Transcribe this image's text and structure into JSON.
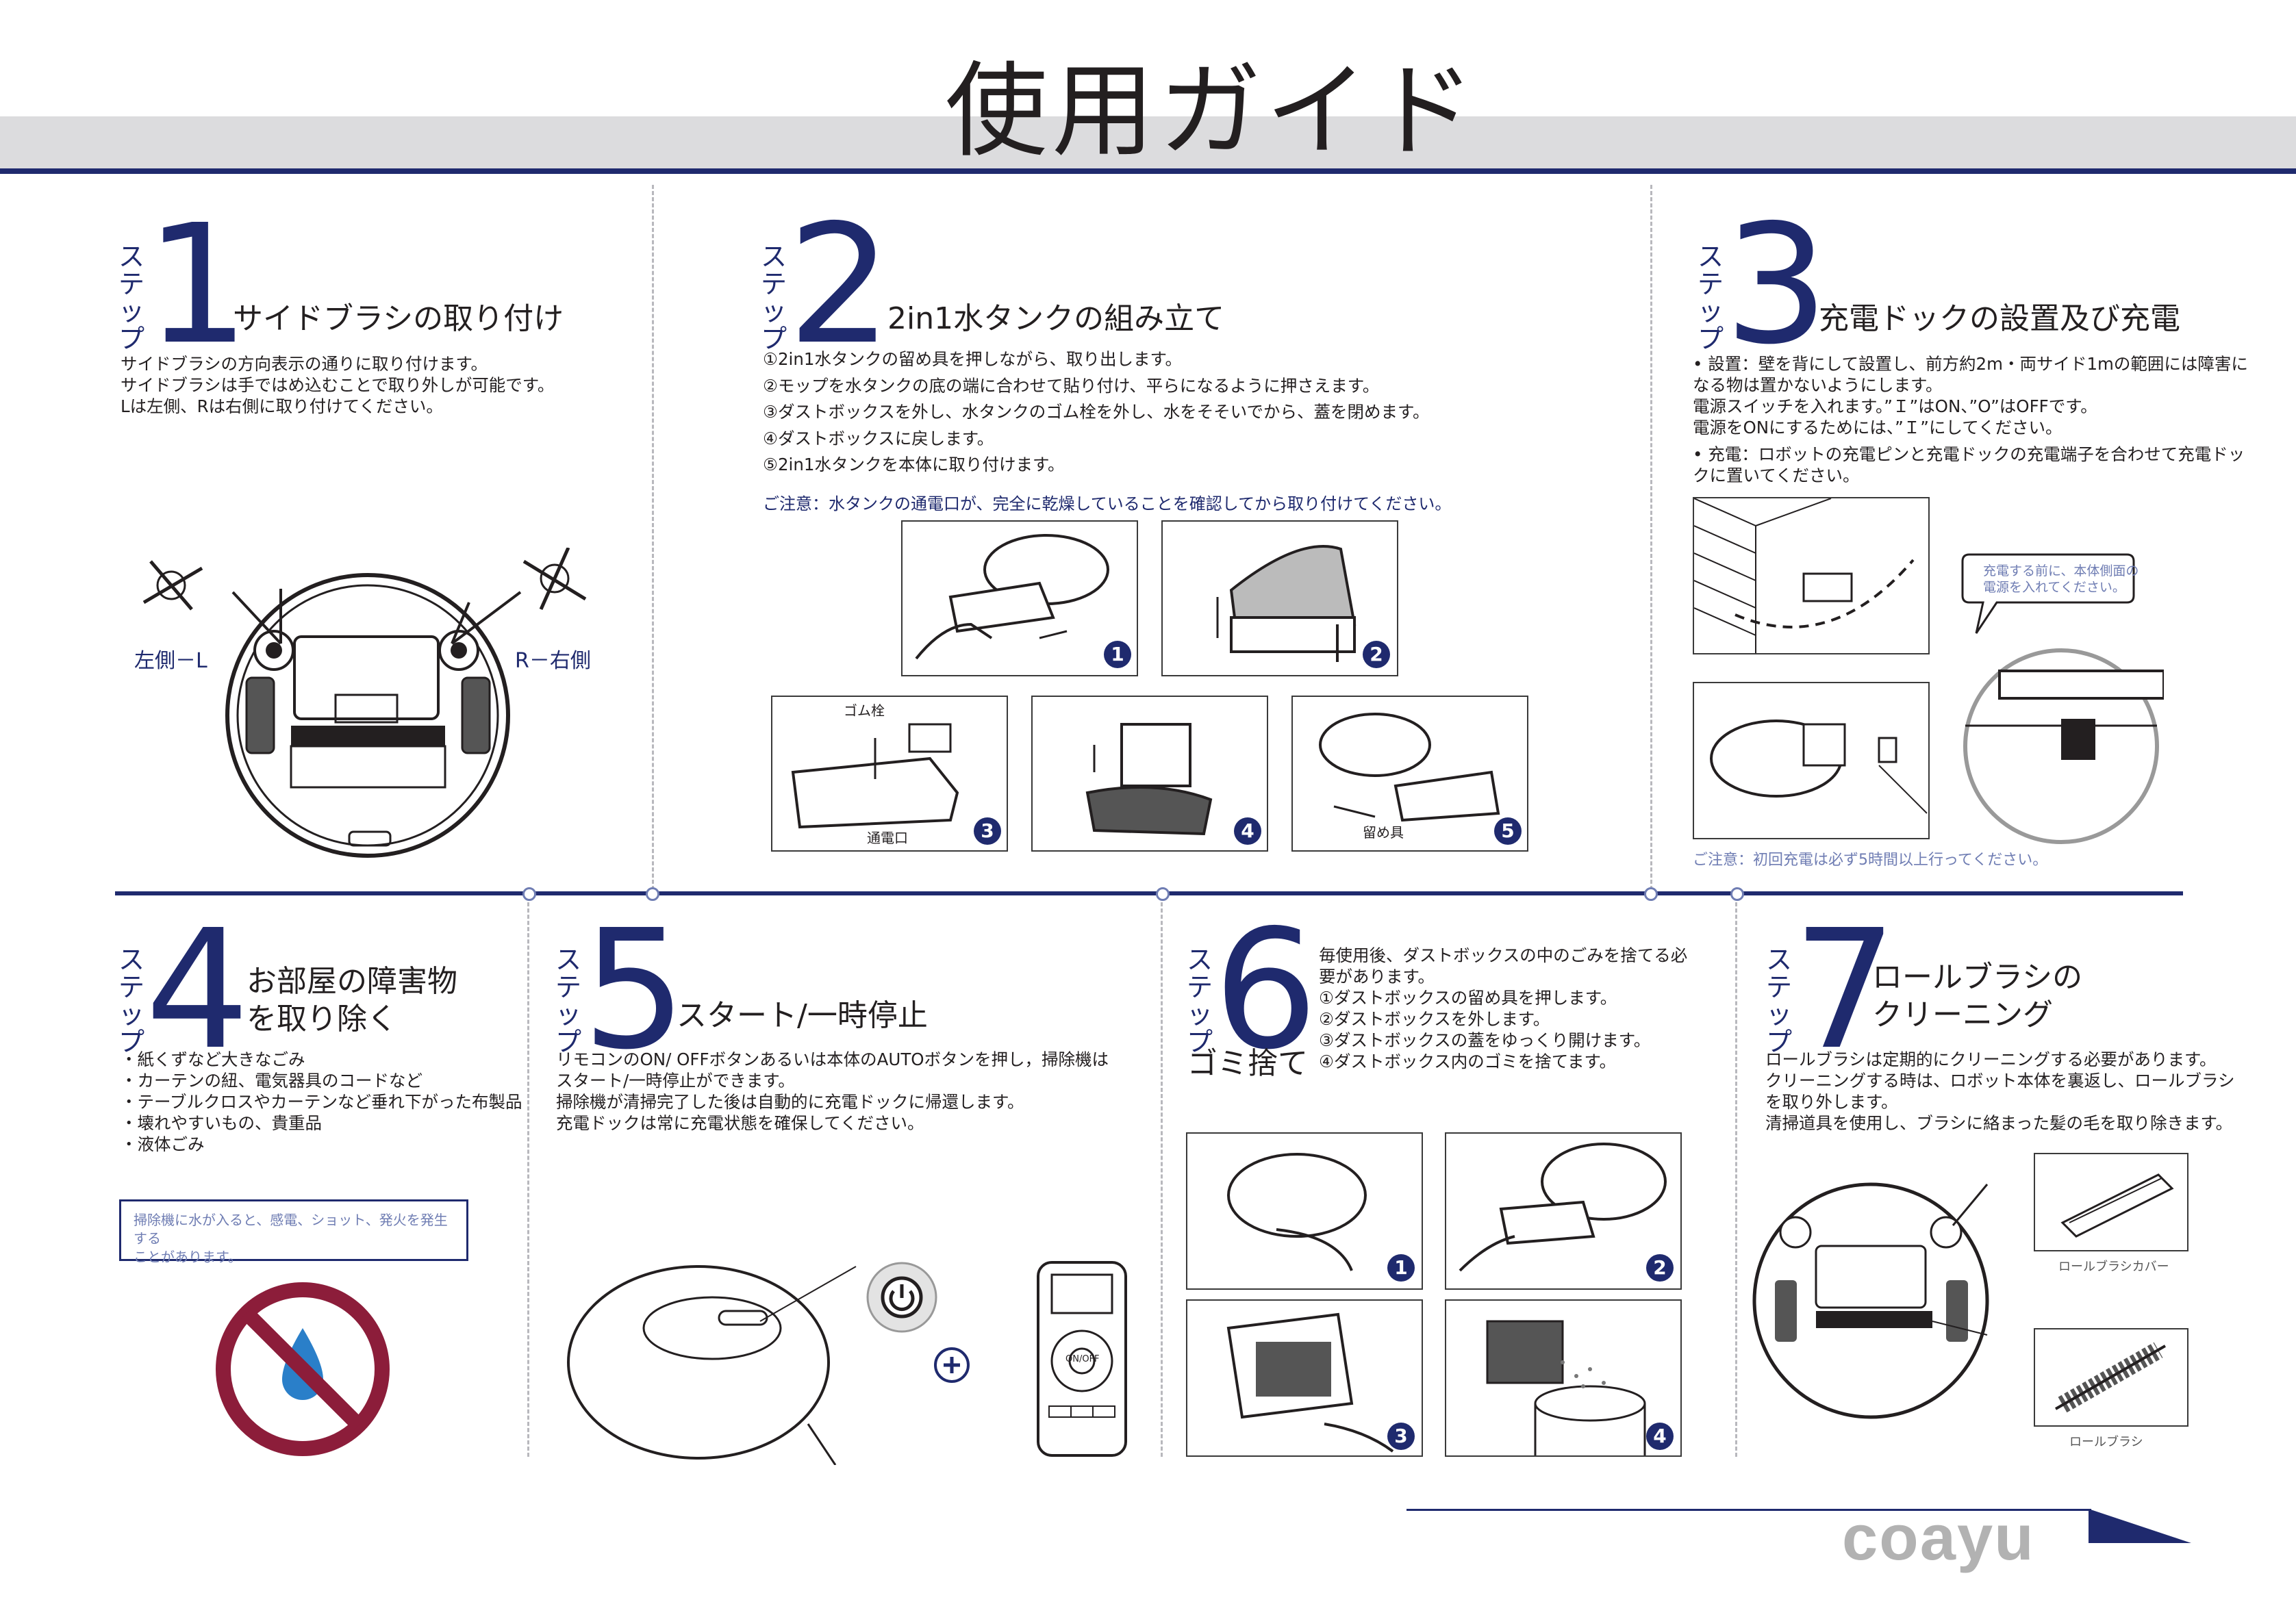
{
  "header": {
    "title": "使用ガイド"
  },
  "step_kana": "ステップ",
  "steps": {
    "s1": {
      "num": "1",
      "title": "サイドブラシの取り付け",
      "lines": [
        "サイドブラシの方向表示の通りに取り付けます。",
        "サイドブラシは手ではめ込むことで取り外しが可能です。",
        "Lは左側、Rは右側に取り付けてください。"
      ],
      "label_left": "左側－L",
      "label_right": "R－右側"
    },
    "s2": {
      "num": "2",
      "title": "2in1水タンクの組み立て",
      "lines": [
        "①2in1水タンクの留め具を押しながら、取り出します。",
        "②モップを水タンクの底の端に合わせて貼り付け、平らになるように押さえます。",
        "③ダストボックスを外し、水タンクのゴム栓を外し、水をそそいでから、蓋を閉めます。",
        "④ダストボックスに戻します。",
        "⑤2in1水タンクを本体に取り付けます。"
      ],
      "note": "ご注意：水タンクの通電口が、完全に乾燥していることを確認してから取り付けてください。",
      "labels": {
        "rubber": "ゴム栓",
        "port": "通電口",
        "clip": "留め具"
      }
    },
    "s3": {
      "num": "3",
      "title": "充電ドックの設置及び充電",
      "lines": [
        "• 設置：壁を背にして設置し、前方約2m・両サイド1mの範囲には障害に",
        "なる物は置かないようにします。",
        "電源スイッチを入れます。”Ｉ”はON、”O”はOFFです。",
        "電源をONにするためには、”Ｉ”にしてください。",
        "• 充電：ロボットの充電ピンと充電ドックの充電端子を合わせて充電ドッ",
        "クに置いてください。"
      ],
      "bubble": [
        "充電する前に、本体側面の",
        "電源を入れてください。"
      ],
      "note": "ご注意：初回充電は必ず5時間以上行ってください。"
    },
    "s4": {
      "num": "4",
      "title_l1": "お部屋の障害物",
      "title_l2": "を取り除く",
      "lines": [
        "・紙くずなど大きなごみ",
        "・カーテンの紐、電気器具のコードなど",
        "・テーブルクロスやカーテンなど垂れ下がった布製品",
        "・壊れやすいもの、貴重品",
        "・液体ごみ"
      ],
      "warn": [
        "掃除機に水が入ると、感電、ショット、発火を発生する",
        "ことがあります。"
      ]
    },
    "s5": {
      "num": "5",
      "title": "スタート/一時停止",
      "lines": [
        "リモコンのON/ OFFボタンあるいは本体のAUTOボタンを押し，掃除機は",
        "スタート/一時停止ができます。",
        "掃除機が清掃完了した後は自動的に充電ドックに帰還します。",
        "充電ドックは常に充電状態を確保してください。"
      ],
      "remote_btn": "ON/OFF"
    },
    "s6": {
      "num": "6",
      "title": "ゴミ捨て",
      "lines": [
        "毎使用後、ダストボックスの中のごみを捨てる必",
        "要があります。",
        "①ダストボックスの留め具を押します。",
        "②ダストボックスを外します。",
        "③ダストボックスの蓋をゆっくり開けます。",
        "④ダストボックス内のゴミを捨てます。"
      ]
    },
    "s7": {
      "num": "7",
      "title_l1": "ロールブラシの",
      "title_l2": "クリーニング",
      "lines": [
        "ロールブラシは定期的にクリーニングする必要があります。",
        "クリーニングする時は、ロボット本体を裏返し、ロールブラシ",
        "を取り外します。",
        "清掃道具を使用し、ブラシに絡まった髪の毛を取り除きます。"
      ],
      "label_cover": "ロールブラシカバー",
      "label_brush": "ロールブラシ"
    }
  },
  "badges": [
    "1",
    "2",
    "3",
    "4",
    "5"
  ],
  "logo": "coayu",
  "colors": {
    "navy": "#1f2a6e",
    "gray_bar": "#dcdcde",
    "warn_red": "#8c1d3a",
    "drop_blue": "#2a7fc9",
    "logo_gray": "#b2b2b2"
  }
}
